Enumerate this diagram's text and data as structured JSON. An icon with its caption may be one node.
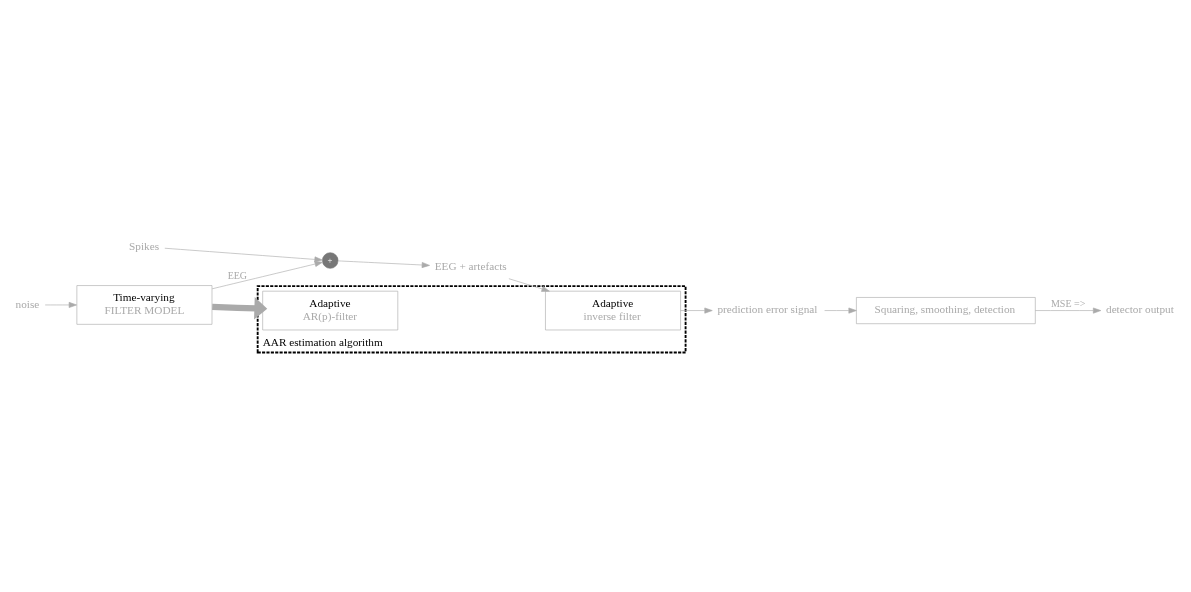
{
  "diagram": {
    "nodes": [
      {
        "text": [
          "Spikes"
        ]
      },
      {
        "text": [
          "noise"
        ]
      },
      {
        "text": [
          "Time-varying",
          "FILTER MODEL"
        ]
      },
      {
        "text": [
          "+"
        ]
      },
      {
        "text": [
          "EEG + artefacts"
        ]
      },
      {
        "text": [
          "AAR estimation algorithm"
        ]
      },
      {
        "text": [
          "Adaptive",
          "AR(p)-filter"
        ],
        "in": 5
      },
      {
        "text": [
          "Adaptive",
          "inverse filter"
        ],
        "in": 5
      },
      {
        "text": [
          "prediction error signal"
        ]
      },
      {
        "text": [
          "Squaring, smoothing, detection"
        ]
      },
      {
        "text": [
          "detector output"
        ]
      }
    ],
    "edges": [
      {
        "from": 0,
        "to": 3,
        "arrow": "to"
      },
      {
        "from": 1,
        "to": 2,
        "arrow": "to"
      },
      {
        "from": 2,
        "to": 3,
        "arrow": "to",
        "label": "EEG"
      },
      {
        "from": 3,
        "to": 4,
        "arrow": "to"
      },
      {
        "from": 2,
        "to": 6,
        "arrow": "to",
        "style": "thick"
      },
      {
        "from": 4,
        "to": 7,
        "arrow": "to"
      },
      {
        "from": 7,
        "to": 8,
        "arrow": "to"
      },
      {
        "from": 8,
        "to": 9,
        "arrow": "to"
      },
      {
        "from": 9,
        "to": 10,
        "arrow": "to",
        "label": "MSE =>"
      }
    ]
  }
}
